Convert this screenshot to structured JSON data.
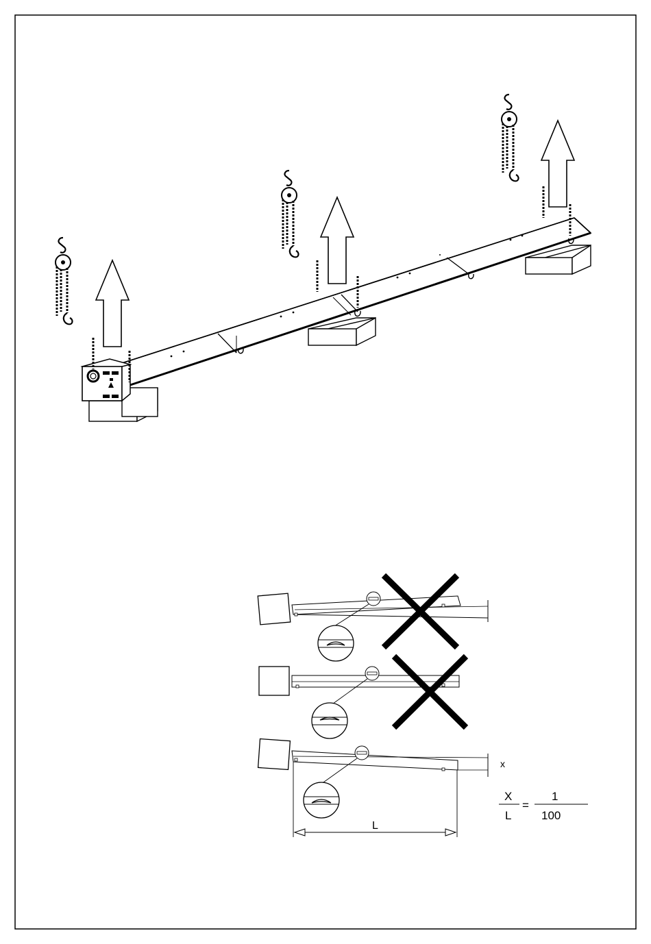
{
  "labels": {
    "x_marker": "x",
    "length": "L"
  },
  "formula": {
    "left_numerator": "X",
    "left_denominator": "L",
    "equals": "=",
    "right_numerator": "1",
    "right_denominator": "100"
  },
  "colors": {
    "ink": "#000000",
    "paper": "#ffffff"
  }
}
